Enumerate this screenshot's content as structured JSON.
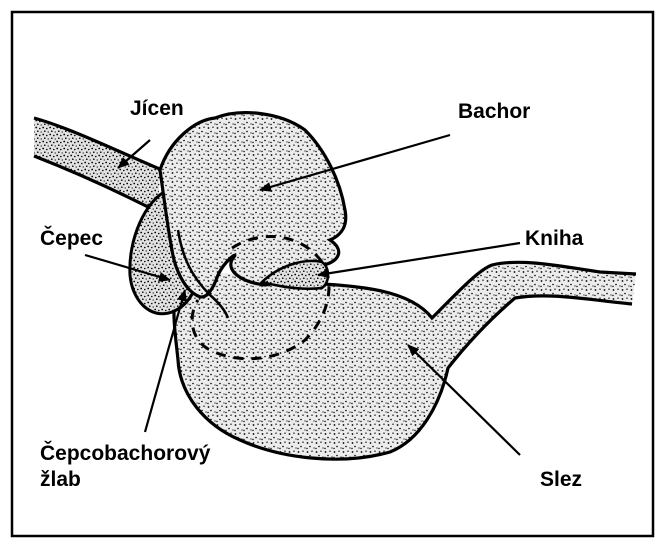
{
  "labels": {
    "jicen": "Jícen",
    "bachor": "Bachor",
    "cepec": "Čepec",
    "kniha": "Kniha",
    "cepcobachorovy_line1": "Čepcobachorový",
    "cepcobachorovy_line2": "žlab",
    "slez": "Slez"
  },
  "colors": {
    "ink": "#000000",
    "background": "#ffffff",
    "stipple_fill": "#e9e9e9"
  }
}
